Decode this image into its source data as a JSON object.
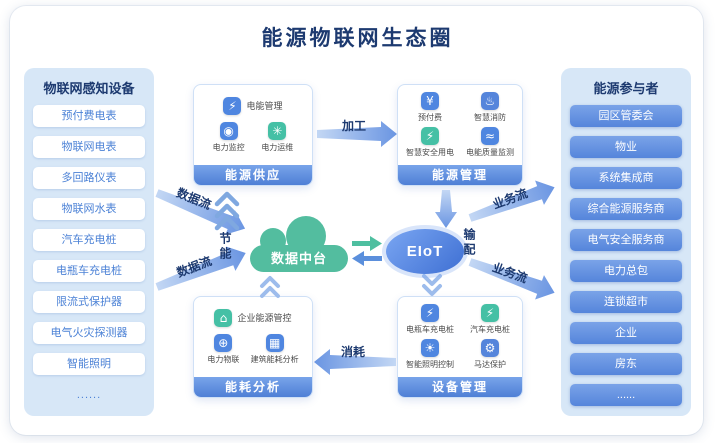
{
  "title": "能源物联网生态圈",
  "left_panel": {
    "header": "物联网感知设备",
    "items": [
      "预付费电表",
      "物联网电表",
      "多回路仪表",
      "物联网水表",
      "汽车充电桩",
      "电瓶车充电桩",
      "限流式保护器",
      "电气火灾探测器",
      "智能照明",
      "......"
    ]
  },
  "right_panel": {
    "header": "能源参与者",
    "items": [
      "园区管委会",
      "物业",
      "系统集成商",
      "综合能源服务商",
      "电气安全服务商",
      "电力总包",
      "连锁超市",
      "企业",
      "房东",
      "......"
    ]
  },
  "modules": {
    "supply": {
      "label": "能源供应",
      "primary": {
        "name": "电能管理",
        "icon": "energy-manage-icon",
        "glyph": "⚡",
        "color": "#4f86e0"
      },
      "features": [
        {
          "name": "电力监控",
          "icon": "power-monitor-icon",
          "glyph": "◉",
          "color": "#4f86e0"
        },
        {
          "name": "电力运维",
          "icon": "power-ops-icon",
          "glyph": "✳",
          "color": "#45c0a5"
        }
      ]
    },
    "manage": {
      "label": "能源管理",
      "features": [
        {
          "name": "预付费",
          "icon": "prepaid-icon",
          "glyph": "¥",
          "color": "#4f86e0"
        },
        {
          "name": "智慧消防",
          "icon": "fire-safety-icon",
          "glyph": "♨",
          "color": "#5585db"
        },
        {
          "name": "智慧安全用电",
          "icon": "safe-power-icon",
          "glyph": "⚡",
          "color": "#45c0a5"
        },
        {
          "name": "电能质量监测",
          "icon": "power-quality-icon",
          "glyph": "≈",
          "color": "#4f86e0"
        }
      ]
    },
    "analysis": {
      "label": "能耗分析",
      "primary": {
        "name": "企业能源管控",
        "icon": "enterprise-energy-icon",
        "glyph": "⌂",
        "color": "#45c0a5"
      },
      "features": [
        {
          "name": "电力物联",
          "icon": "power-iot-icon",
          "glyph": "⊕",
          "color": "#4f86e0"
        },
        {
          "name": "建筑能耗分析",
          "icon": "building-energy-icon",
          "glyph": "▦",
          "color": "#4f86e0"
        }
      ]
    },
    "device": {
      "label": "设备管理",
      "features": [
        {
          "name": "电瓶车充电桩",
          "icon": "ebike-charger-icon",
          "glyph": "⚡",
          "color": "#4f86e0"
        },
        {
          "name": "汽车充电桩",
          "icon": "car-charger-icon",
          "glyph": "⚡",
          "color": "#45c0a5"
        },
        {
          "name": "智能照明控制",
          "icon": "smart-light-icon",
          "glyph": "☀",
          "color": "#4f86e0"
        },
        {
          "name": "马达保护",
          "icon": "motor-protect-icon",
          "glyph": "⚙",
          "color": "#5585db"
        }
      ]
    }
  },
  "center": {
    "cloud_label": "数据中台",
    "platform_label": "EIoT"
  },
  "flows": {
    "process": "加工",
    "distribute": "输配",
    "consume": "消耗",
    "save": "节能",
    "data": "数据流",
    "business": "业务流"
  },
  "colors": {
    "navy": "#1d3a70",
    "accent_blue": "#4f86e0",
    "teal": "#45c0a5",
    "panel_bg": "#d7e7f7",
    "item_blue": "#5585db",
    "cloud_green": "#53bd9f"
  }
}
